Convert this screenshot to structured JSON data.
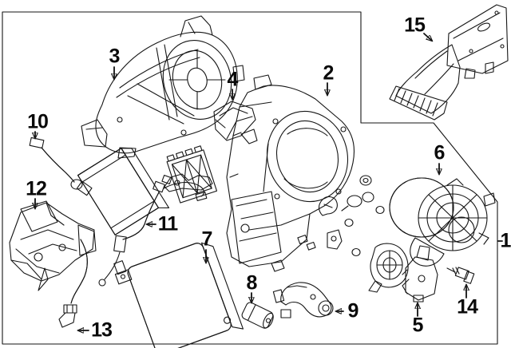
{
  "figure": {
    "kind": "exploded-parts-diagram",
    "background_color": "#ffffff",
    "line_color": "#161616",
    "frame_color": "#4d4d4d",
    "arrowhead_icon": "filled-triangle"
  },
  "callouts": [
    {
      "label": "1"
    },
    {
      "label": "2"
    },
    {
      "label": "3"
    },
    {
      "label": "4"
    },
    {
      "label": "5"
    },
    {
      "label": "6"
    },
    {
      "label": "7"
    },
    {
      "label": "8"
    },
    {
      "label": "9"
    },
    {
      "label": "10"
    },
    {
      "label": "11"
    },
    {
      "label": "12"
    },
    {
      "label": "13"
    },
    {
      "label": "14"
    },
    {
      "label": "15"
    }
  ]
}
